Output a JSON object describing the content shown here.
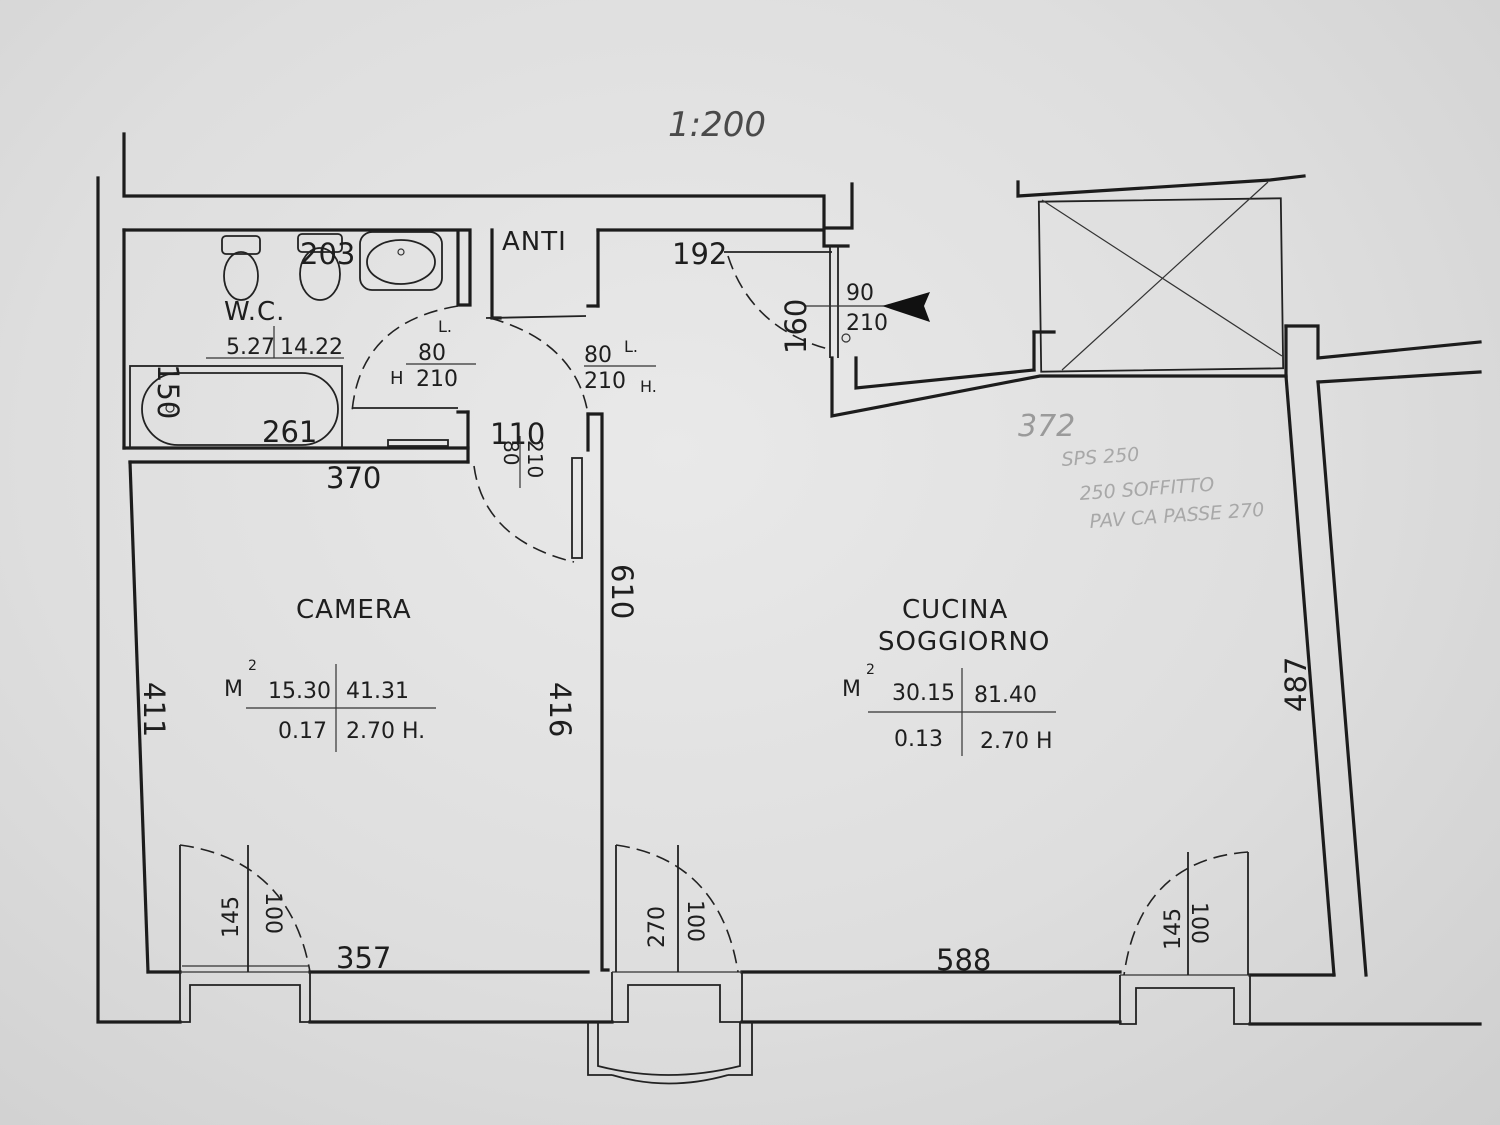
{
  "scale": "1:200",
  "rooms": {
    "wc": {
      "name": "W.C.",
      "area": "5.27",
      "volume": "14.22"
    },
    "anti": {
      "name": "ANTI"
    },
    "camera": {
      "name": "CAMERA",
      "unit": "M",
      "exp": "2",
      "area": "15.30",
      "volume": "41.31",
      "ratio": "0.17",
      "height": "2.70 H."
    },
    "cucina": {
      "name1": "CUCINA",
      "name2": "SOGGIORNO",
      "unit": "M",
      "exp": "2",
      "area": "30.15",
      "volume": "81.40",
      "ratio": "0.13",
      "height": "2.70 H"
    }
  },
  "dimensions": {
    "d203": "203",
    "d150": "150",
    "d261": "261",
    "d370": "370",
    "d192": "192",
    "d160": "160",
    "d110": "110",
    "d610": "610",
    "d411": "411",
    "d416": "416",
    "d487": "487",
    "d357": "357",
    "d588": "588",
    "d372": "372"
  },
  "doors": {
    "entry": {
      "w": "90",
      "h": "210"
    },
    "wc": {
      "l": "L.",
      "w": "80",
      "hl": "H",
      "h": "210"
    },
    "anti": {
      "w": "80",
      "l": "L.",
      "h": "210",
      "hl": "H."
    },
    "camera": {
      "w": "80",
      "h": "210"
    },
    "win_camera": {
      "a": "145",
      "b": "100"
    },
    "win_mid": {
      "a": "270",
      "b": "100"
    },
    "win_right": {
      "a": "145",
      "b": "100"
    }
  },
  "notes": {
    "line1": "SPS 250",
    "line2": "250 SOFFITTO",
    "line3": "PAV CA PASSE 270"
  }
}
